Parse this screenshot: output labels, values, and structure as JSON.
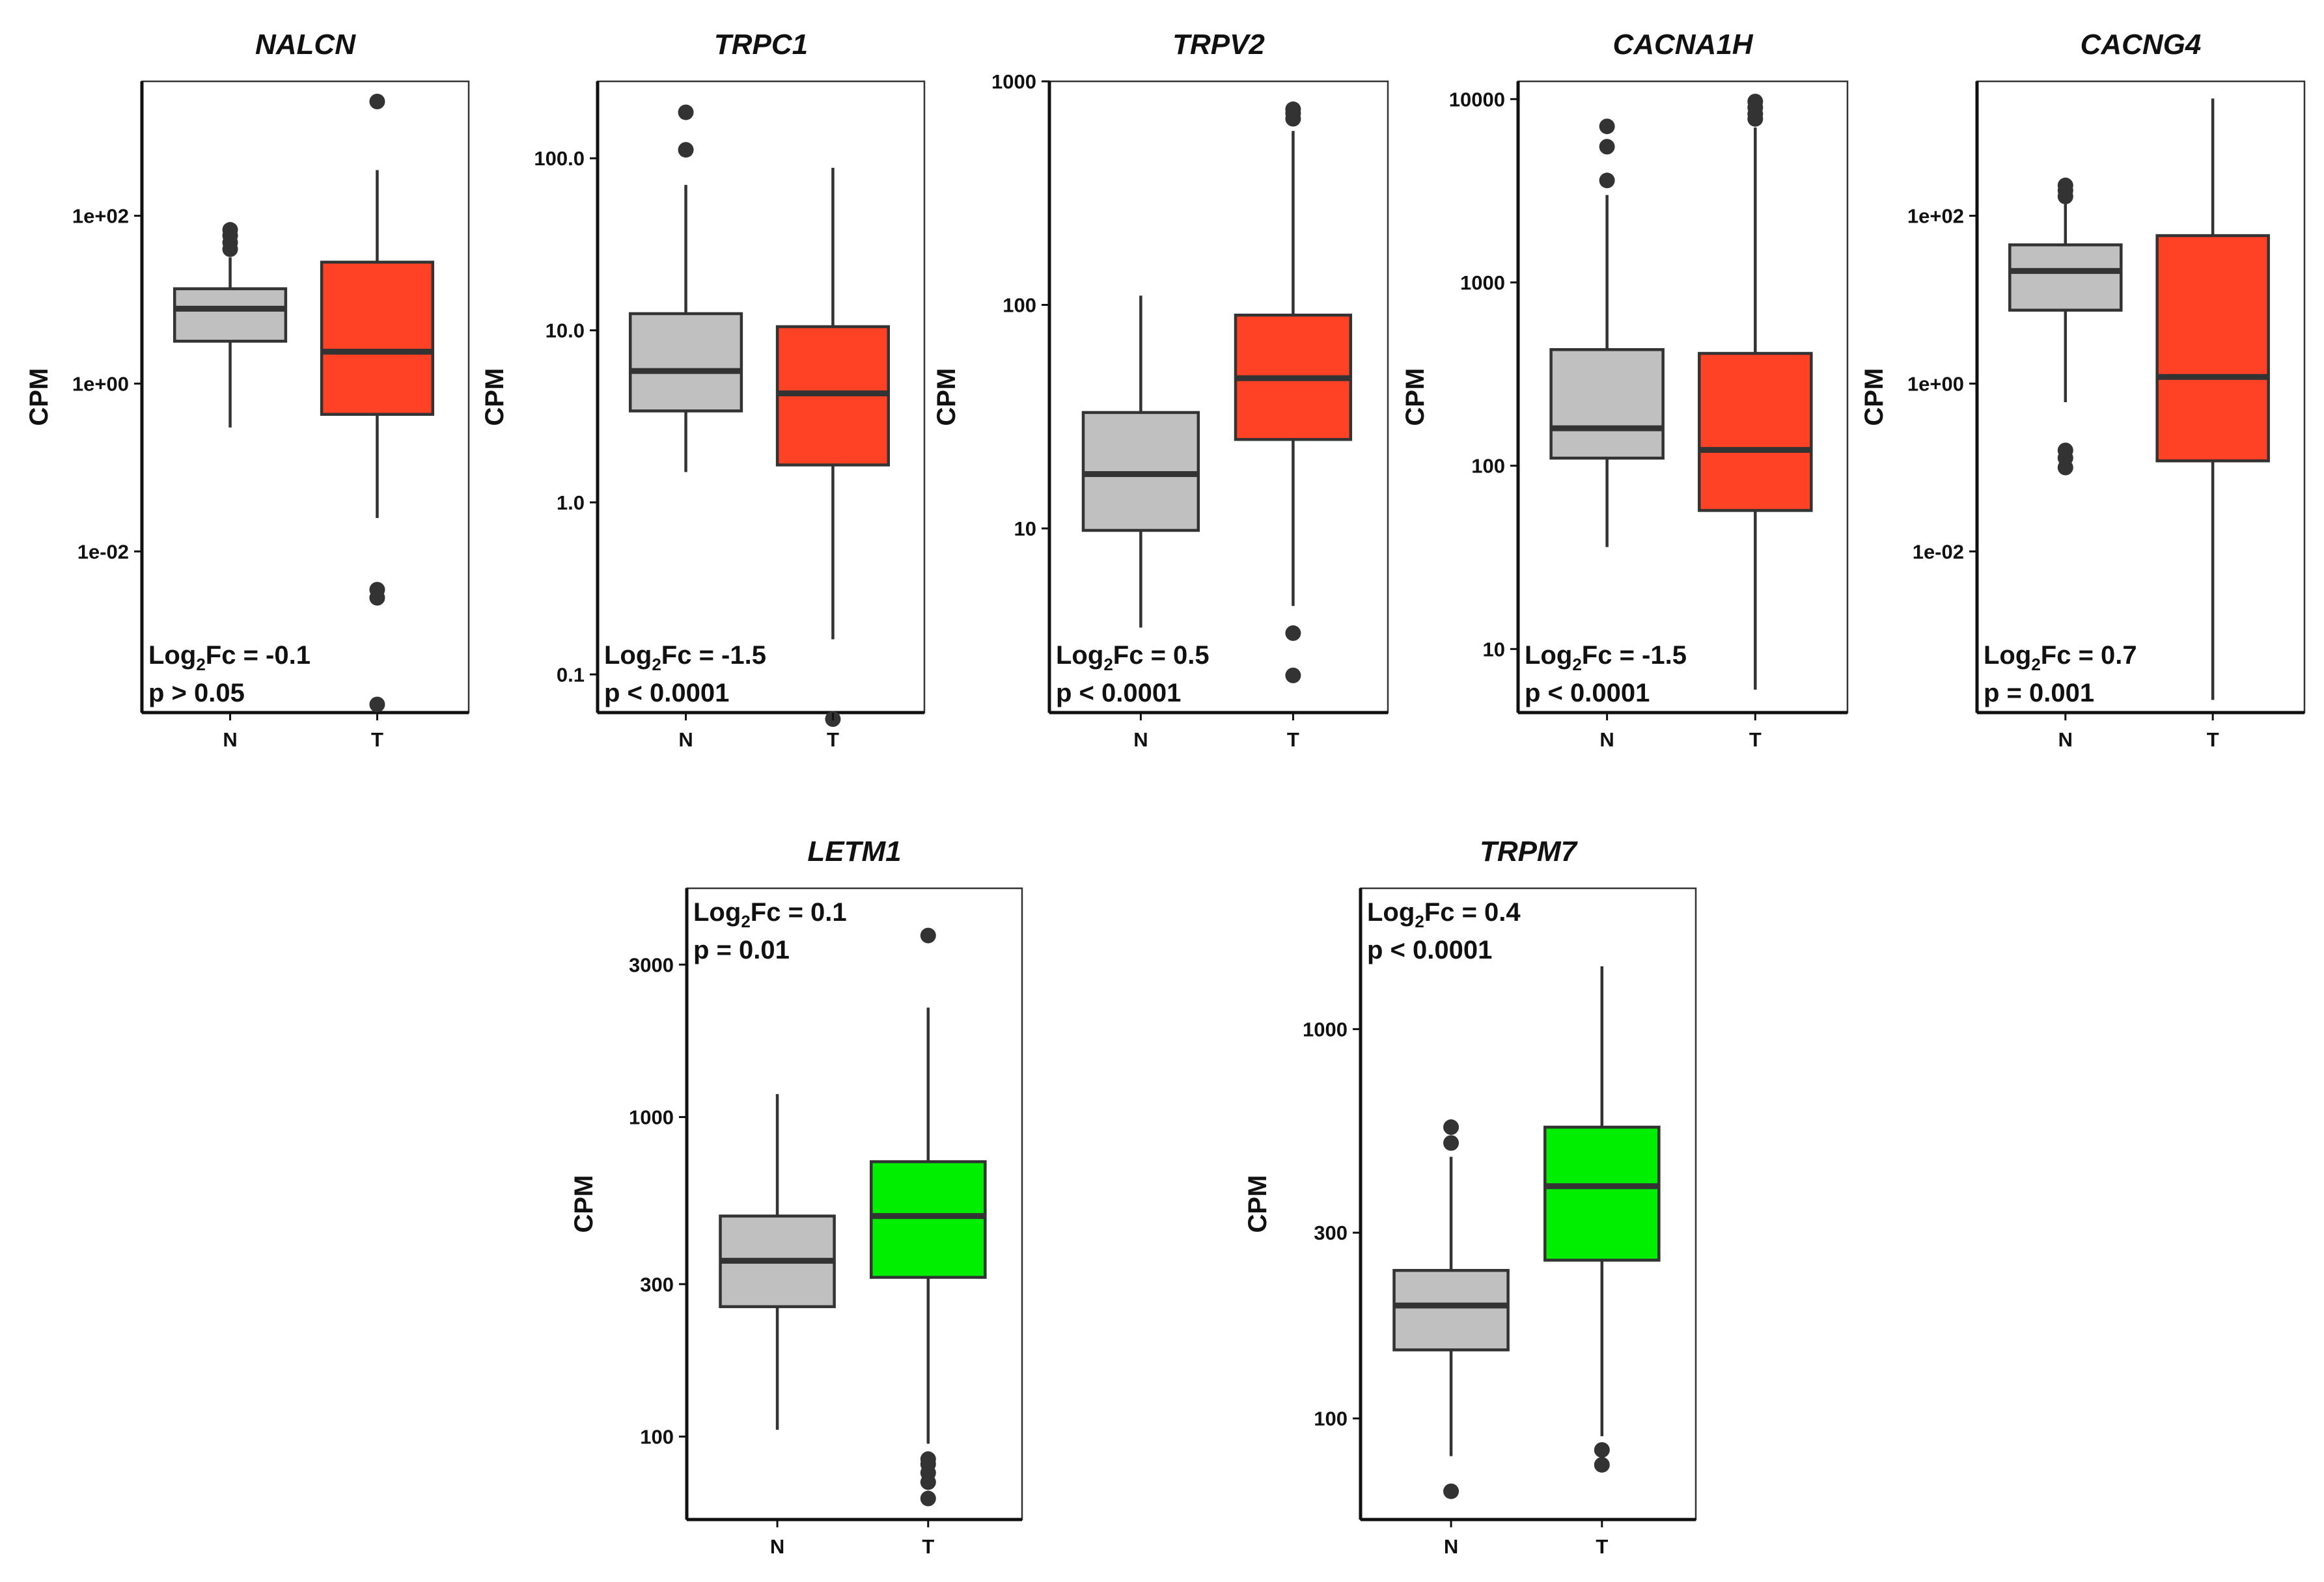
{
  "chart_data": [
    {
      "type": "box",
      "title": "NALCN",
      "ylabel": "CPM",
      "yscale": "log",
      "ylim": [
        0.00012,
        4000
      ],
      "yticks": [
        0.01,
        1,
        100
      ],
      "ytick_labels": [
        "1e-02",
        "1e+00",
        "1e+02"
      ],
      "categories": [
        "N",
        "T"
      ],
      "colors": [
        "#c0c0c0",
        "#ff4226"
      ],
      "boxes": [
        {
          "category": "N",
          "whisker_low": 0.3,
          "q1": 3.2,
          "median": 7.8,
          "q3": 13.5,
          "whisker_high": 32,
          "outliers": [
            40,
            48,
            58,
            68
          ]
        },
        {
          "category": "T",
          "whisker_low": 0.025,
          "q1": 0.43,
          "median": 2.4,
          "q3": 28,
          "whisker_high": 350,
          "outliers": [
            0.0028,
            0.0035,
            0.00015,
            2300
          ]
        }
      ],
      "annotation": {
        "fc_prefix": "Log",
        "fc_sub": "2",
        "fc_text": "Fc = -0.1",
        "p_text": "p > 0.05",
        "position": "bottom-left"
      }
    },
    {
      "type": "box",
      "title": "TRPC1",
      "ylabel": "CPM",
      "yscale": "log",
      "ylim": [
        0.06,
        280
      ],
      "yticks": [
        0.1,
        1,
        10,
        100
      ],
      "ytick_labels": [
        "0.1",
        "1.0",
        "10.0",
        "100.0"
      ],
      "categories": [
        "N",
        "T"
      ],
      "colors": [
        "#c0c0c0",
        "#ff4226"
      ],
      "boxes": [
        {
          "category": "N",
          "whisker_low": 1.5,
          "q1": 3.4,
          "median": 5.8,
          "q3": 12.5,
          "whisker_high": 70,
          "outliers": [
            112,
            185
          ]
        },
        {
          "category": "T",
          "whisker_low": 0.16,
          "q1": 1.65,
          "median": 4.3,
          "q3": 10.5,
          "whisker_high": 88,
          "outliers": [
            0.055
          ]
        }
      ],
      "annotation": {
        "fc_prefix": "Log",
        "fc_sub": "2",
        "fc_text": "Fc = -1.5",
        "p_text": "p < 0.0001",
        "position": "bottom-left"
      }
    },
    {
      "type": "box",
      "title": "TRPV2",
      "ylabel": "CPM",
      "yscale": "log",
      "ylim": [
        1.5,
        1000
      ],
      "yticks": [
        10,
        100,
        1000
      ],
      "ytick_labels": [
        "10",
        "100",
        "1000"
      ],
      "categories": [
        "N",
        "T"
      ],
      "colors": [
        "#c0c0c0",
        "#ff4226"
      ],
      "boxes": [
        {
          "category": "N",
          "whisker_low": 3.6,
          "q1": 9.8,
          "median": 17.5,
          "q3": 33,
          "whisker_high": 110,
          "outliers": []
        },
        {
          "category": "T",
          "whisker_low": 4.5,
          "q1": 25,
          "median": 47,
          "q3": 90,
          "whisker_high": 600,
          "outliers": [
            3.4,
            2.2,
            680,
            720,
            750
          ]
        }
      ],
      "annotation": {
        "fc_prefix": "Log",
        "fc_sub": "2",
        "fc_text": "Fc = 0.5",
        "p_text": "p < 0.0001",
        "position": "bottom-left"
      }
    },
    {
      "type": "box",
      "title": "CACNA1H",
      "ylabel": "CPM",
      "yscale": "log",
      "ylim": [
        4.5,
        12500
      ],
      "yticks": [
        10,
        100,
        1000,
        10000
      ],
      "ytick_labels": [
        "10",
        "100",
        "1000",
        "10000"
      ],
      "categories": [
        "N",
        "T"
      ],
      "colors": [
        "#c0c0c0",
        "#ff4226"
      ],
      "boxes": [
        {
          "category": "N",
          "whisker_low": 36,
          "q1": 110,
          "median": 160,
          "q3": 430,
          "whisker_high": 3000,
          "outliers": [
            3600,
            5500,
            7100
          ]
        },
        {
          "category": "T",
          "whisker_low": 6,
          "q1": 57,
          "median": 122,
          "q3": 410,
          "whisker_high": 7000,
          "outliers": [
            7800,
            8300,
            9000,
            9700
          ]
        }
      ],
      "annotation": {
        "fc_prefix": "Log",
        "fc_sub": "2",
        "fc_text": "Fc = -1.5",
        "p_text": "p < 0.0001",
        "position": "bottom-left"
      }
    },
    {
      "type": "box",
      "title": "CACNG4",
      "ylabel": "CPM",
      "yscale": "log",
      "ylim": [
        0.00012,
        4000
      ],
      "yticks": [
        0.01,
        1,
        100
      ],
      "ytick_labels": [
        "1e-02",
        "1e+00",
        "1e+02"
      ],
      "categories": [
        "N",
        "T"
      ],
      "colors": [
        "#c0c0c0",
        "#ff4226"
      ],
      "boxes": [
        {
          "category": "N",
          "whisker_low": 0.6,
          "q1": 7.5,
          "median": 22,
          "q3": 45,
          "whisker_high": 140,
          "outliers": [
            0.1,
            0.13,
            0.16,
            170,
            200,
            230
          ]
        },
        {
          "category": "T",
          "whisker_low": 0.00017,
          "q1": 0.12,
          "median": 1.2,
          "q3": 58,
          "whisker_high": 2500,
          "outliers": []
        }
      ],
      "annotation": {
        "fc_prefix": "Log",
        "fc_sub": "2",
        "fc_text": "Fc = 0.7",
        "p_text": "p = 0.001",
        "position": "bottom-left"
      }
    },
    {
      "type": "box",
      "title": "LETM1",
      "ylabel": "CPM",
      "yscale": "log",
      "ylim": [
        55,
        5200
      ],
      "yticks": [
        100,
        300,
        1000,
        3000
      ],
      "ytick_labels": [
        "100",
        "300",
        "1000",
        "3000"
      ],
      "categories": [
        "N",
        "T"
      ],
      "colors": [
        "#c0c0c0",
        "#00ee00"
      ],
      "boxes": [
        {
          "category": "N",
          "whisker_low": 105,
          "q1": 255,
          "median": 355,
          "q3": 490,
          "whisker_high": 1180,
          "outliers": []
        },
        {
          "category": "T",
          "whisker_low": 95,
          "q1": 315,
          "median": 490,
          "q3": 725,
          "whisker_high": 2200,
          "outliers": [
            64,
            72,
            77,
            82,
            85,
            3700
          ]
        }
      ],
      "annotation": {
        "fc_prefix": "Log",
        "fc_sub": "2",
        "fc_text": "Fc = 0.1",
        "p_text": "p = 0.01",
        "position": "top-left"
      }
    },
    {
      "type": "box",
      "title": "TRPM7",
      "ylabel": "CPM",
      "yscale": "log",
      "ylim": [
        55,
        2300
      ],
      "yticks": [
        100,
        300,
        1000
      ],
      "ytick_labels": [
        "100",
        "300",
        "1000"
      ],
      "categories": [
        "N",
        "T"
      ],
      "colors": [
        "#c0c0c0",
        "#00ee00"
      ],
      "boxes": [
        {
          "category": "N",
          "whisker_low": 80,
          "q1": 150,
          "median": 195,
          "q3": 240,
          "whisker_high": 470,
          "outliers": [
            65,
            510,
            560
          ]
        },
        {
          "category": "T",
          "whisker_low": 90,
          "q1": 255,
          "median": 395,
          "q3": 560,
          "whisker_high": 1450,
          "outliers": [
            76,
            83
          ]
        }
      ],
      "annotation": {
        "fc_prefix": "Log",
        "fc_sub": "2",
        "fc_text": "Fc = 0.4",
        "p_text": "p < 0.0001",
        "position": "top-left"
      }
    }
  ]
}
